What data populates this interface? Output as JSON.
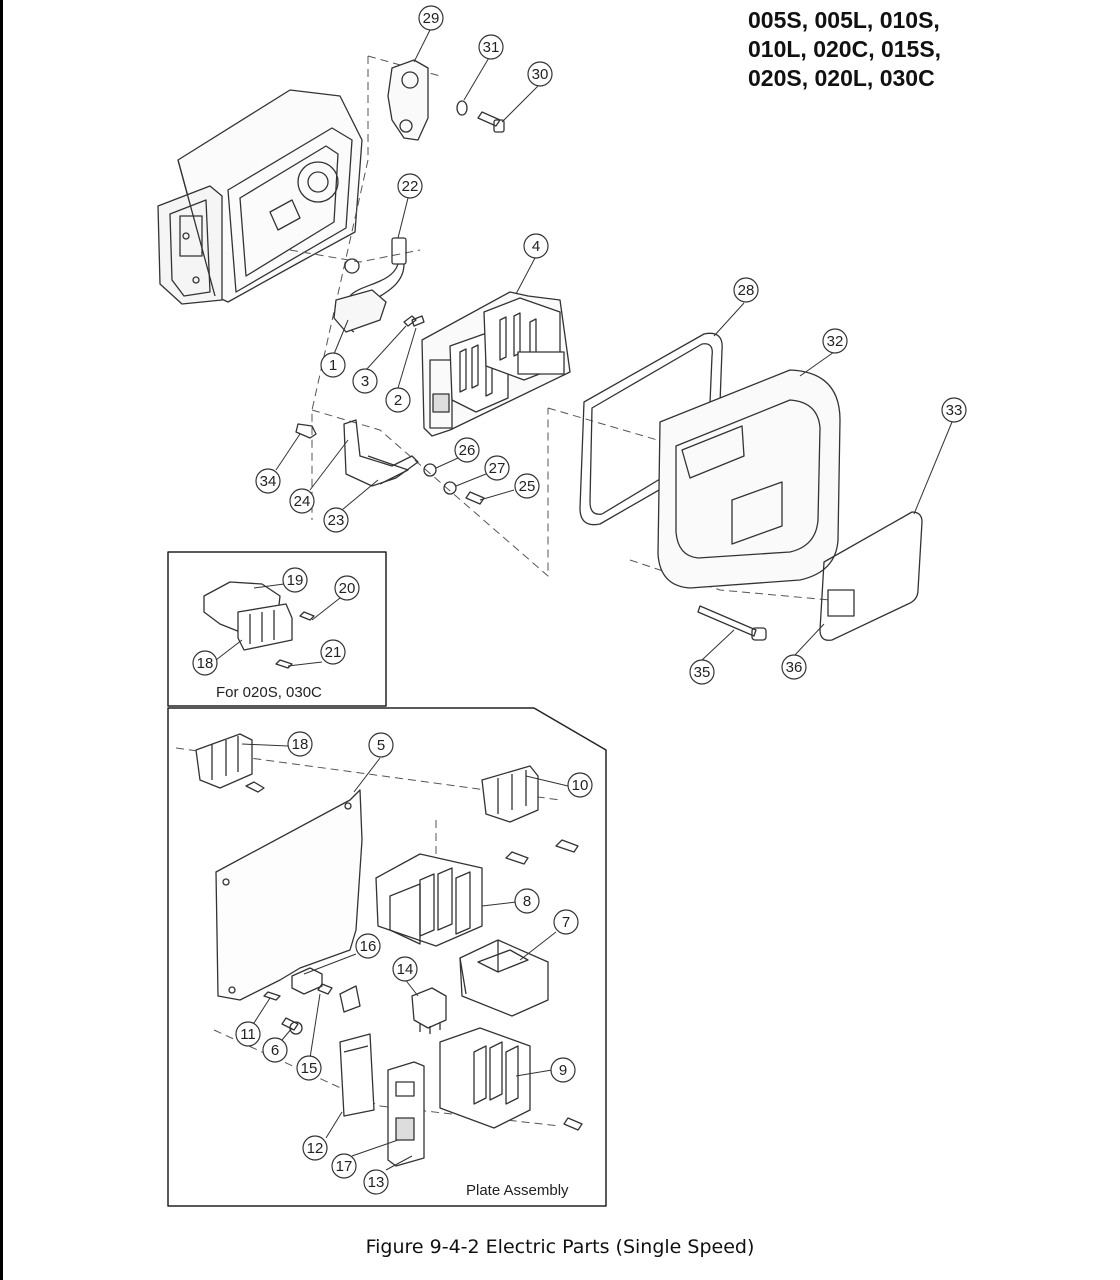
{
  "models": [
    "005S, 005L, 010S,",
    "010L, 020C, 015S,",
    "020S, 020L, 030C"
  ],
  "figure_caption": "Figure 9-4-2 Electric Parts (Single Speed)",
  "inset_top_label": "For 020S, 030C",
  "inset_bottom_label": "Plate Assembly",
  "callouts": [
    {
      "id": "29",
      "label": "29"
    },
    {
      "id": "31",
      "label": "31"
    },
    {
      "id": "30",
      "label": "30"
    },
    {
      "id": "22",
      "label": "22"
    },
    {
      "id": "4",
      "label": "4"
    },
    {
      "id": "28",
      "label": "28"
    },
    {
      "id": "32",
      "label": "32"
    },
    {
      "id": "33",
      "label": "33"
    },
    {
      "id": "1",
      "label": "1"
    },
    {
      "id": "3",
      "label": "3"
    },
    {
      "id": "2",
      "label": "2"
    },
    {
      "id": "26",
      "label": "26"
    },
    {
      "id": "27",
      "label": "27"
    },
    {
      "id": "25",
      "label": "25"
    },
    {
      "id": "34",
      "label": "34"
    },
    {
      "id": "24",
      "label": "24"
    },
    {
      "id": "23",
      "label": "23"
    },
    {
      "id": "35",
      "label": "35"
    },
    {
      "id": "36",
      "label": "36"
    },
    {
      "id": "19",
      "label": "19"
    },
    {
      "id": "20",
      "label": "20"
    },
    {
      "id": "21",
      "label": "21"
    },
    {
      "id": "18a",
      "label": "18"
    },
    {
      "id": "18b",
      "label": "18"
    },
    {
      "id": "5",
      "label": "5"
    },
    {
      "id": "10",
      "label": "10"
    },
    {
      "id": "8",
      "label": "8"
    },
    {
      "id": "7",
      "label": "7"
    },
    {
      "id": "16",
      "label": "16"
    },
    {
      "id": "14",
      "label": "14"
    },
    {
      "id": "11",
      "label": "11"
    },
    {
      "id": "6",
      "label": "6"
    },
    {
      "id": "15",
      "label": "15"
    },
    {
      "id": "9",
      "label": "9"
    },
    {
      "id": "12",
      "label": "12"
    },
    {
      "id": "17",
      "label": "17"
    },
    {
      "id": "13",
      "label": "13"
    }
  ]
}
